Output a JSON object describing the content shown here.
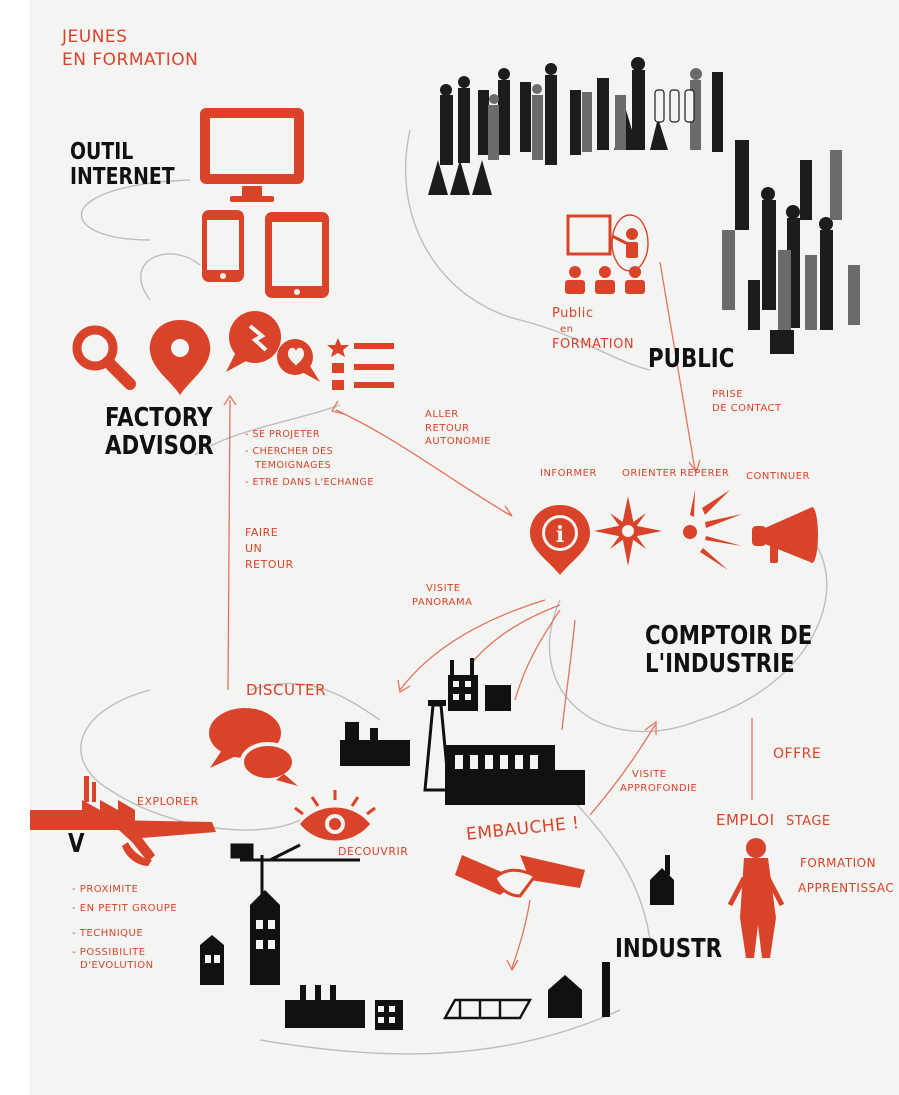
{
  "colors": {
    "accent": "#d9432a",
    "ink": "#111111",
    "line": "#bdbdbd",
    "background": "#f4f4f2"
  },
  "header": {
    "line1": "JEUNES",
    "line2": "EN FORMATION"
  },
  "hubs": {
    "outil_internet": {
      "line1": "OUTIL",
      "line2": "INTERNET"
    },
    "factory_advisor": {
      "line1": "FACTORY",
      "line2": "ADVISOR"
    },
    "public": "PUBLIC",
    "comptoir": {
      "line1": "COMPTOIR DE",
      "line2": "L'INDUSTRIE"
    },
    "industr": "INDUSTR",
    "v": "V"
  },
  "notes": {
    "public_en_formation": {
      "line1": "Public",
      "line2": "en",
      "line3": "FORMATION"
    },
    "prise_de_contact": {
      "line1": "PRISE",
      "line2": "DE CONTACT"
    },
    "aller_retour": {
      "line1": "ALLER",
      "line2": "RETOUR",
      "line3": "AUTONOMIE"
    },
    "factory_advisor_items": [
      "- SE PROJETER",
      "- CHERCHER DES",
      "TEMOIGNAGES",
      "- ETRE DANS L'ECHANGE"
    ],
    "faire_un_retour": {
      "line1": "FAIRE",
      "line2": "UN",
      "line3": "RETOUR"
    },
    "comptoir_verbs": [
      "INFORMER",
      "ORIENTER",
      "REPERER",
      "CONTINUER"
    ],
    "visite_panorama": {
      "line1": "VISITE",
      "line2": "PANORAMA"
    },
    "discuter": "DISCUTER",
    "explorer": "EXPLORER",
    "decouvrir": "DECOUVRIR",
    "embauche": "EMBAUCHE !",
    "visite_approfondie": {
      "line1": "VISITE",
      "line2": "APPROFONDIE"
    },
    "offre": "OFFRE",
    "emploi": "EMPLOI",
    "stage": "STAGE",
    "formation": "FORMATION",
    "apprentissage": "APPRENTISSAC",
    "v_items": [
      "- PROXIMITE",
      "- EN PETIT GROUPE",
      "- TECHNIQUE",
      "- POSSIBILITE",
      "D'EVOLUTION"
    ]
  }
}
